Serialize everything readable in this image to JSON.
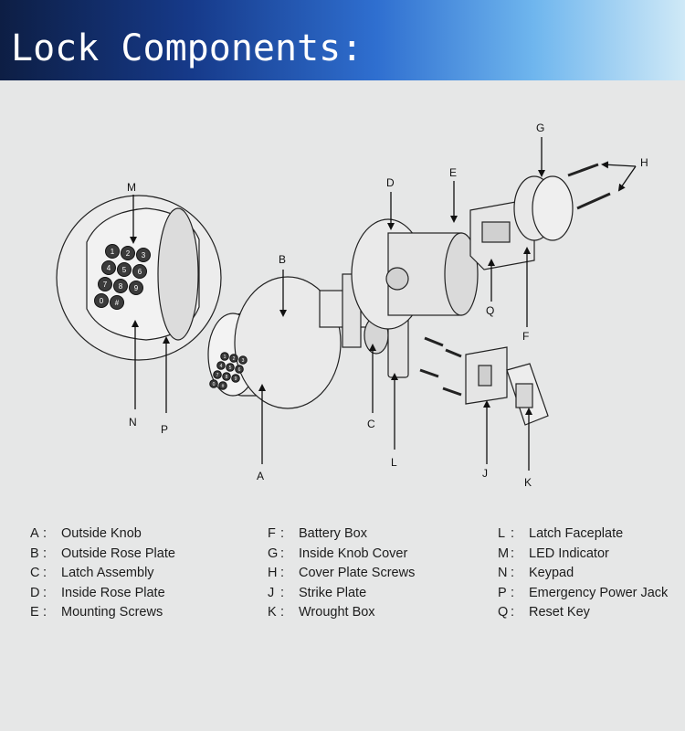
{
  "header": {
    "title": "Lock Components:"
  },
  "callouts": {
    "A": "A",
    "B": "B",
    "C": "C",
    "D": "D",
    "E": "E",
    "F": "F",
    "G": "G",
    "H": "H",
    "J": "J",
    "K": "K",
    "L": "L",
    "M": "M",
    "N": "N",
    "P": "P",
    "Q": "Q"
  },
  "keypad_digits": [
    "1",
    "2",
    "3",
    "4",
    "5",
    "6",
    "7",
    "8",
    "9",
    "0",
    "#"
  ],
  "legend": {
    "col1": [
      {
        "key": "A",
        "label": "Outside Knob"
      },
      {
        "key": "B",
        "label": "Outside Rose Plate"
      },
      {
        "key": "C",
        "label": "Latch Assembly"
      },
      {
        "key": "D",
        "label": "Inside Rose Plate"
      },
      {
        "key": "E",
        "label": "Mounting Screws"
      }
    ],
    "col2": [
      {
        "key": "F",
        "label": "Battery Box"
      },
      {
        "key": "G",
        "label": "Inside Knob Cover"
      },
      {
        "key": "H",
        "label": "Cover Plate Screws"
      },
      {
        "key": "J",
        "label": "Strike Plate"
      },
      {
        "key": "K",
        "label": "Wrought Box"
      }
    ],
    "col3": [
      {
        "key": "L",
        "label": "Latch Faceplate"
      },
      {
        "key": "M",
        "label": "LED Indicator"
      },
      {
        "key": "N",
        "label": "Keypad"
      },
      {
        "key": "P",
        "label": "Emergency Power Jack"
      },
      {
        "key": "Q",
        "label": "Reset Key"
      }
    ],
    "separator": ":"
  }
}
